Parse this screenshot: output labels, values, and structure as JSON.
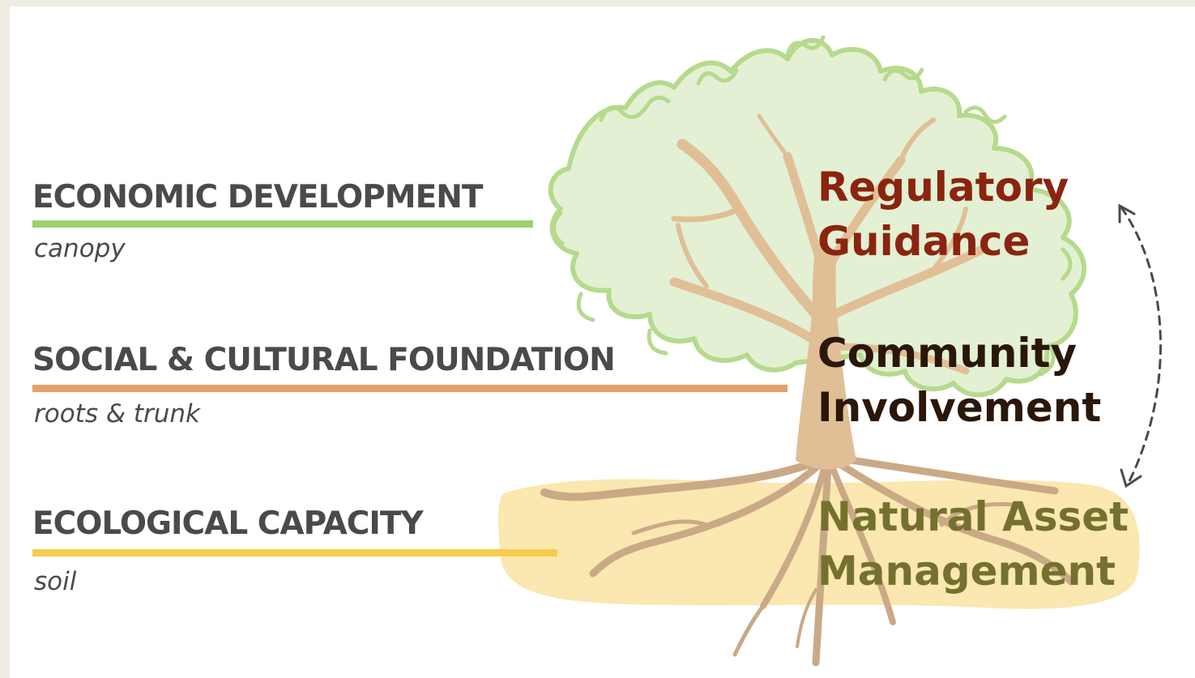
{
  "layers": [
    {
      "title": "ECONOMIC DEVELOPMENT",
      "subtitle": "canopy",
      "color": "#9fcf72"
    },
    {
      "title": "SOCIAL & CULTURAL FOUNDATION",
      "subtitle": "roots & trunk",
      "color": "#e3a06b"
    },
    {
      "title": "ECOLOGICAL CAPACITY",
      "subtitle": "soil",
      "color": "#f6cd4d"
    }
  ],
  "pillars": [
    {
      "line1": "Regulatory",
      "line2": "Guidance",
      "color": "#8a2410"
    },
    {
      "line1": "Community",
      "line2": "Involvement",
      "color": "#2a170a"
    },
    {
      "line1": "Natural Asset",
      "line2": "Management",
      "color": "#74712f"
    }
  ],
  "colors": {
    "canopy_fill": "#e3f0d3",
    "canopy_stroke": "#b6da8d",
    "soil_fill": "#fbe7b0",
    "trunk": "#e0bf97",
    "roots": "#caa987"
  },
  "cycle_arrow": "dashed-curved-double-arrow"
}
